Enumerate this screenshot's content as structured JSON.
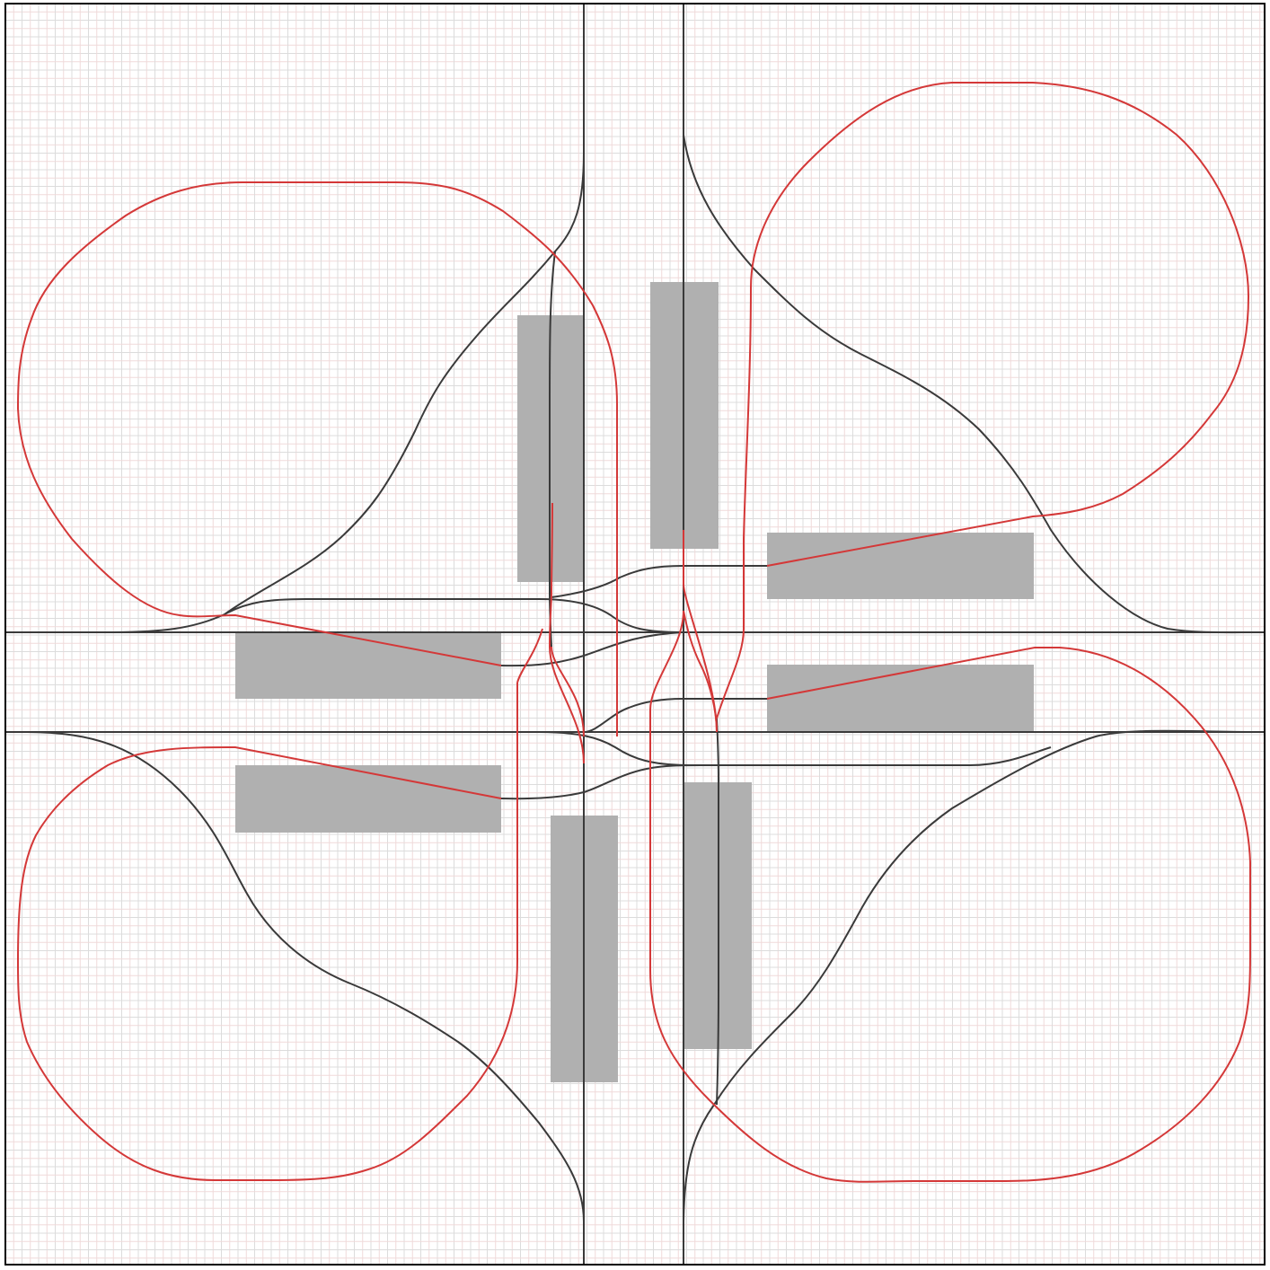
{
  "colors": {
    "background": "#ffffff",
    "grid_minor": "#f0dada",
    "grid_major": "#dcdcdc",
    "frame": "#000000",
    "black_track": "#3a3a3a",
    "red_loop": "#d43838",
    "platform": "#b0b0b0"
  },
  "diagram": {
    "kind": "track-layout",
    "platform_count": 8,
    "loop_count": 4,
    "text": []
  }
}
